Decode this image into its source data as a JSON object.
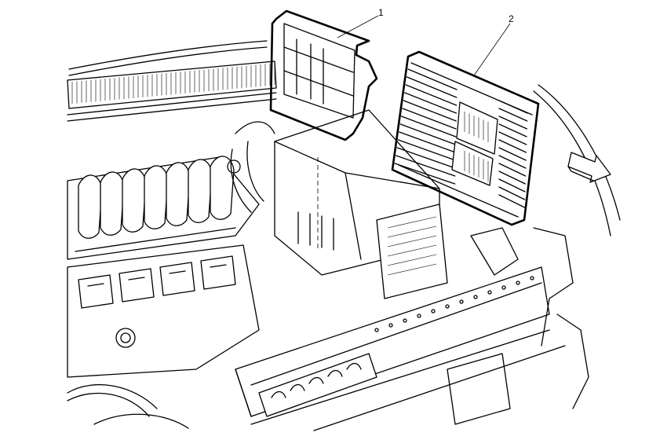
{
  "figure": {
    "callouts": [
      {
        "id": "1",
        "label": "1"
      },
      {
        "id": "2",
        "label": "2"
      }
    ]
  }
}
